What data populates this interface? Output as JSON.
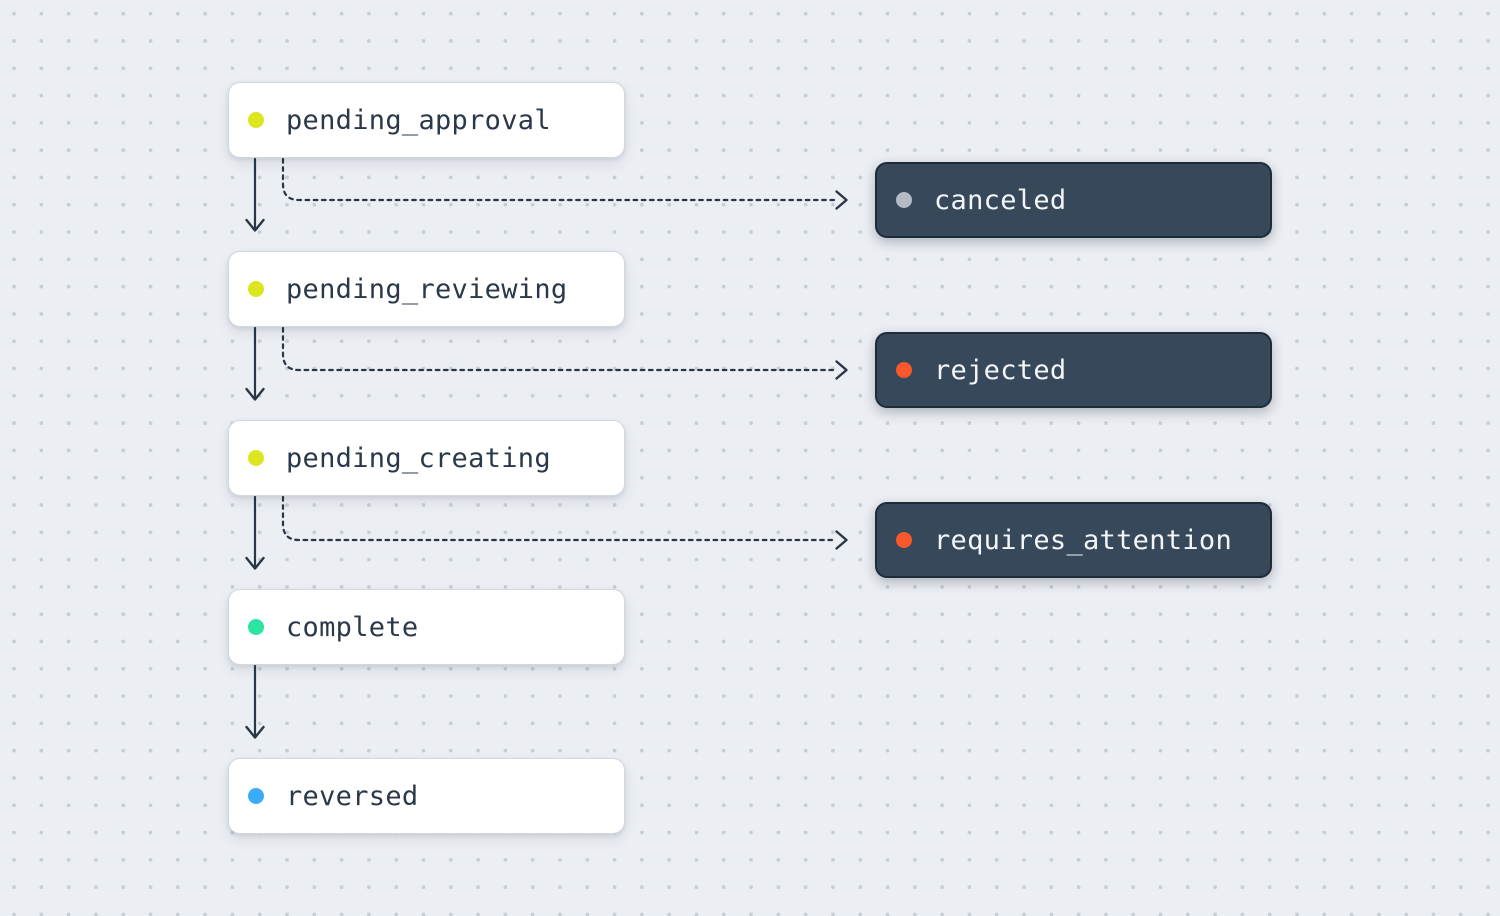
{
  "diagram": {
    "nodes": [
      {
        "id": "pending_approval",
        "label": "pending_approval",
        "variant": "light",
        "dot_color": "#dbe520"
      },
      {
        "id": "canceled",
        "label": "canceled",
        "variant": "dark",
        "dot_color": "#b3bbc5"
      },
      {
        "id": "pending_reviewing",
        "label": "pending_reviewing",
        "variant": "light",
        "dot_color": "#dbe520"
      },
      {
        "id": "rejected",
        "label": "rejected",
        "variant": "dark",
        "dot_color": "#f9582a"
      },
      {
        "id": "pending_creating",
        "label": "pending_creating",
        "variant": "light",
        "dot_color": "#dbe520"
      },
      {
        "id": "requires_attention",
        "label": "requires_attention",
        "variant": "dark",
        "dot_color": "#f9582a"
      },
      {
        "id": "complete",
        "label": "complete",
        "variant": "light",
        "dot_color": "#2de4a1"
      },
      {
        "id": "reversed",
        "label": "reversed",
        "variant": "light",
        "dot_color": "#3badf8"
      }
    ],
    "edges": [
      {
        "from": "pending_approval",
        "to": "pending_reviewing",
        "style": "solid"
      },
      {
        "from": "pending_approval",
        "to": "canceled",
        "style": "dashed"
      },
      {
        "from": "pending_reviewing",
        "to": "pending_creating",
        "style": "solid"
      },
      {
        "from": "pending_reviewing",
        "to": "rejected",
        "style": "dashed"
      },
      {
        "from": "pending_creating",
        "to": "complete",
        "style": "solid"
      },
      {
        "from": "pending_creating",
        "to": "requires_attention",
        "style": "dashed"
      },
      {
        "from": "complete",
        "to": "reversed",
        "style": "solid"
      }
    ],
    "colors": {
      "background": "#ebeef3",
      "grid_dot": "#c7cdd6",
      "card_light_bg": "#ffffff",
      "card_dark_bg": "#37485b",
      "text_dark": "#2b3849",
      "text_light": "#f3f6f8",
      "edge": "#2a3645",
      "status_pending": "#dbe520",
      "status_complete": "#2de4a1",
      "status_reversed": "#3badf8",
      "status_error": "#f9582a",
      "status_canceled": "#b3bbc5"
    }
  }
}
